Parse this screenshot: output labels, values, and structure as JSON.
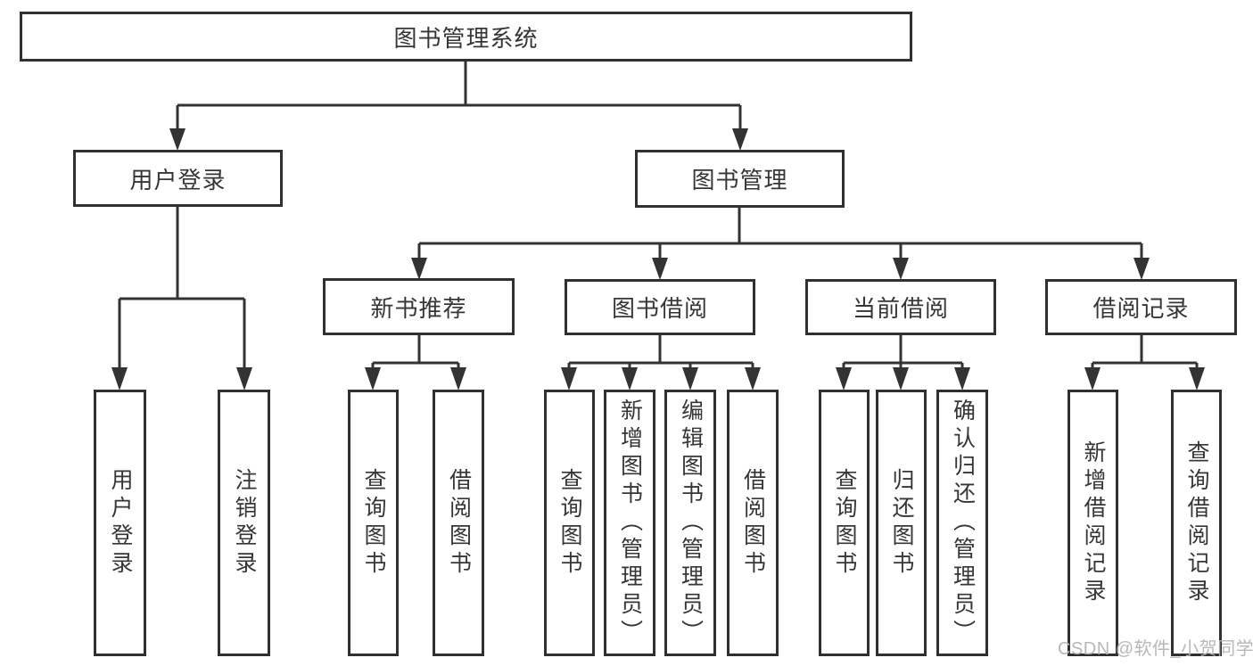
{
  "tree": {
    "root": {
      "label": "图书管理系统",
      "children": [
        {
          "label": "用户登录",
          "children": [
            {
              "label": "用户登录"
            },
            {
              "label": "注销登录"
            }
          ]
        },
        {
          "label": "图书管理",
          "children": [
            {
              "label": "新书推荐",
              "children": [
                {
                  "label": "查询图书"
                },
                {
                  "label": "借阅图书"
                }
              ]
            },
            {
              "label": "图书借阅",
              "children": [
                {
                  "label": "查询图书"
                },
                {
                  "label": "新增图书（管理员）"
                },
                {
                  "label": "编辑图书（管理员）"
                },
                {
                  "label": "借阅图书"
                }
              ]
            },
            {
              "label": "当前借阅",
              "children": [
                {
                  "label": "查询图书"
                },
                {
                  "label": "归还图书"
                },
                {
                  "label": "确认归还（管理员）"
                }
              ]
            },
            {
              "label": "借阅记录",
              "children": [
                {
                  "label": "新增借阅记录"
                },
                {
                  "label": "查询借阅记录"
                }
              ]
            }
          ]
        }
      ]
    }
  },
  "watermark": {
    "text": "CSDN @软件_小贺同学"
  },
  "colors": {
    "line": "#333333",
    "border": "#303030",
    "text": "#363636",
    "watermark": "#b2b2b2",
    "background": "#ffffff"
  }
}
